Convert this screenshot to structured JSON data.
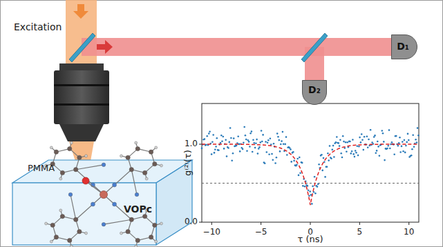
{
  "diagram": {
    "nodes": [
      {
        "text": [
          "D₁"
        ]
      },
      {
        "text": [
          "D₂"
        ]
      },
      {
        "text": [
          "PMMA",
          "VOPc"
        ]
      }
    ],
    "labels": [
      "Excitation",
      "g⁽²⁾(τ)",
      "τ (ns)",
      "0.0",
      "1.0",
      "−10",
      "−5",
      "0",
      "5",
      "10"
    ]
  }
}
